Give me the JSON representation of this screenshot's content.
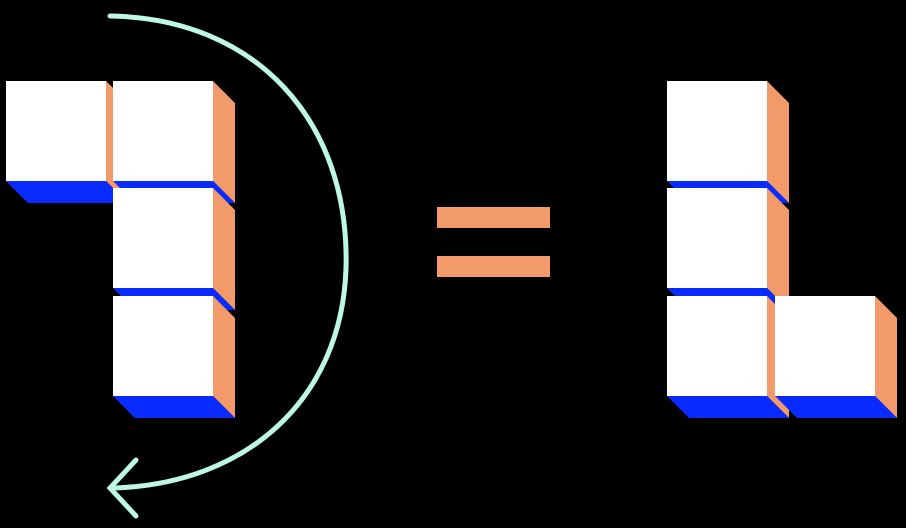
{
  "colors": {
    "background": "#000000",
    "cube_face": "#FFFFFF",
    "cube_side": "#F39A6B",
    "cube_bottom": "#0A2BFF",
    "arrow": "#BDF7E6",
    "equals": "#F39A6B"
  },
  "diagram": {
    "left_shape": {
      "name": "cube-shape-before-rotation",
      "cubes": [
        "top-left",
        "top-right",
        "middle-right",
        "bottom-right"
      ]
    },
    "operation": {
      "name": "rotation-arrow",
      "icon": "curved-arrow-icon",
      "direction": "clockwise-half-turn"
    },
    "relation": {
      "name": "equals-sign",
      "icon": "equals-icon"
    },
    "right_shape": {
      "name": "cube-shape-after-rotation",
      "cubes": [
        "top-left",
        "middle-left",
        "bottom-left",
        "bottom-right"
      ]
    }
  }
}
